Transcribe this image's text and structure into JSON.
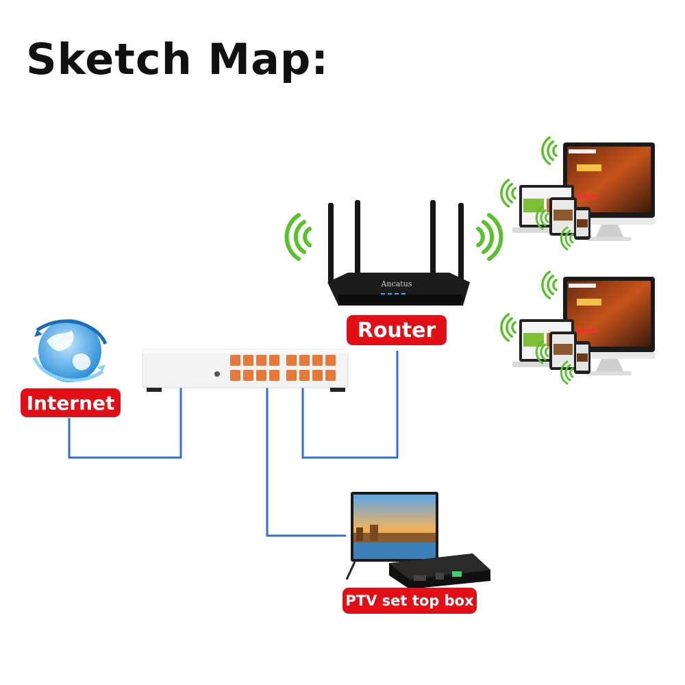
{
  "title": "Sketch Map:",
  "nodes": {
    "internet": {
      "label": "Internet",
      "icon": "globe-icon"
    },
    "switch": {
      "icon": "network-switch-icon"
    },
    "router": {
      "label": "Router",
      "brand_text": "Ancatus",
      "icon": "wifi-router-icon"
    },
    "tv": {
      "label": "PTV set top box",
      "icon": "tv-set-top-box-icon"
    },
    "devices": [
      {
        "icon": "wireless-devices-icon"
      },
      {
        "icon": "wireless-devices-icon"
      }
    ]
  },
  "colors": {
    "label_bg": "#e30f17",
    "link_line": "#2f6fd6",
    "wifi_waves": "#57c22a",
    "port": "#e5793c"
  }
}
